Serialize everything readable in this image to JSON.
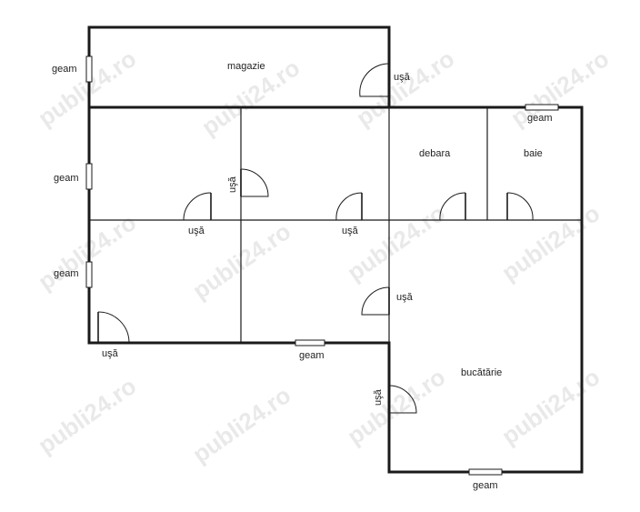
{
  "rooms": {
    "magazie": "magazie",
    "debara": "debara",
    "baie": "baie",
    "bucatarie": "bucătărie"
  },
  "labels": {
    "geam": "geam",
    "usa": "uşă"
  },
  "watermark": "publi24.ro",
  "colors": {
    "wall": "#1a1a1a",
    "watermark": "#e9e9e9"
  }
}
